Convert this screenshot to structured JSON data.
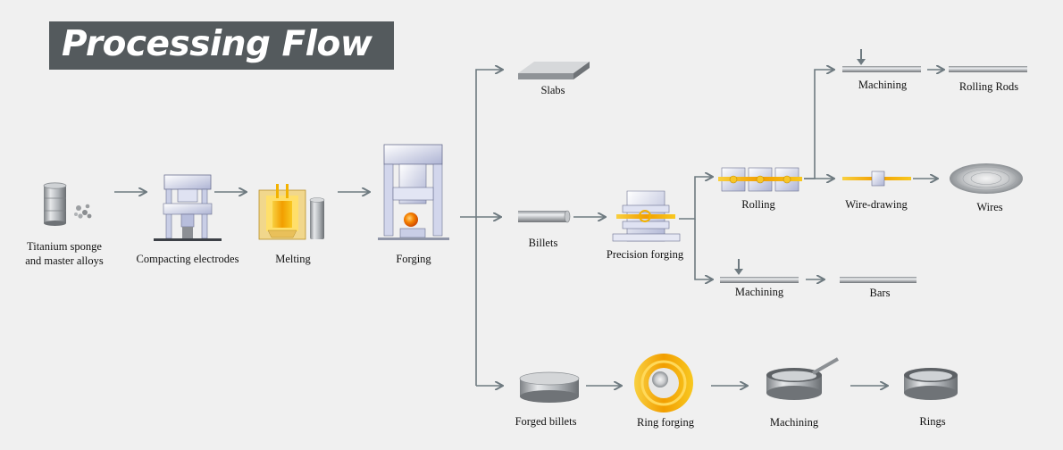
{
  "title": "Processing Flow",
  "labels": {
    "sponge": [
      "Titanium sponge",
      "and master alloys"
    ],
    "compacting": "Compacting electrodes",
    "melting": "Melting",
    "forging": "Forging",
    "slabs": "Slabs",
    "billets": "Billets",
    "precision": "Precision forging",
    "rolling": "Rolling",
    "machining_top": "Machining",
    "rolling_rods": "Rolling Rods",
    "wire_drawing": "Wire-drawing",
    "wires": "Wires",
    "machining_mid": "Machining",
    "bars": "Bars",
    "forged_billets": "Forged billets",
    "ring_forging": "Ring forging",
    "machining_bottom": "Machining",
    "rings": "Rings"
  },
  "colors": {
    "arrow": "#6e7a80",
    "title_bg": "#545a5d",
    "gold": "#f2b200",
    "hot": "#f07a00",
    "steel": "#a8acb0"
  }
}
